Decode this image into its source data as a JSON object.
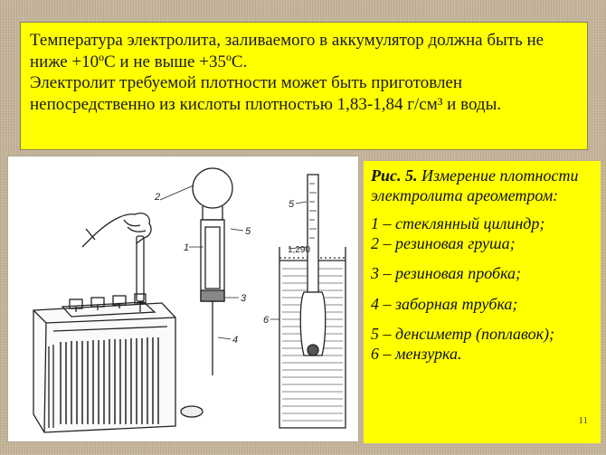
{
  "intro": {
    "line1": "Температура электролита, заливаемого в аккумулятор должна быть не ниже +10ºС и не выше +35ºС.",
    "line2": "Электролит требуемой плотности  может быть приготовлен непосредственно из кислоты плотностью 1,83-1,84 г/см³ и воды."
  },
  "figure": {
    "callouts": [
      "2",
      "1",
      "5",
      "3",
      "4",
      "5",
      "6"
    ],
    "hydrometer_reading": "1,290"
  },
  "caption": {
    "fig_label": "Рис. 5.",
    "title": "Измерение плотности электролита ареометром:",
    "items": [
      "1 – стеклянный цилиндр;",
      "2 – резиновая груша;",
      "3 – резиновая пробка;",
      "4 – заборная трубка;",
      "5 – денсиметр (поплавок);",
      "6 – мензурка."
    ],
    "page_number": "11"
  }
}
